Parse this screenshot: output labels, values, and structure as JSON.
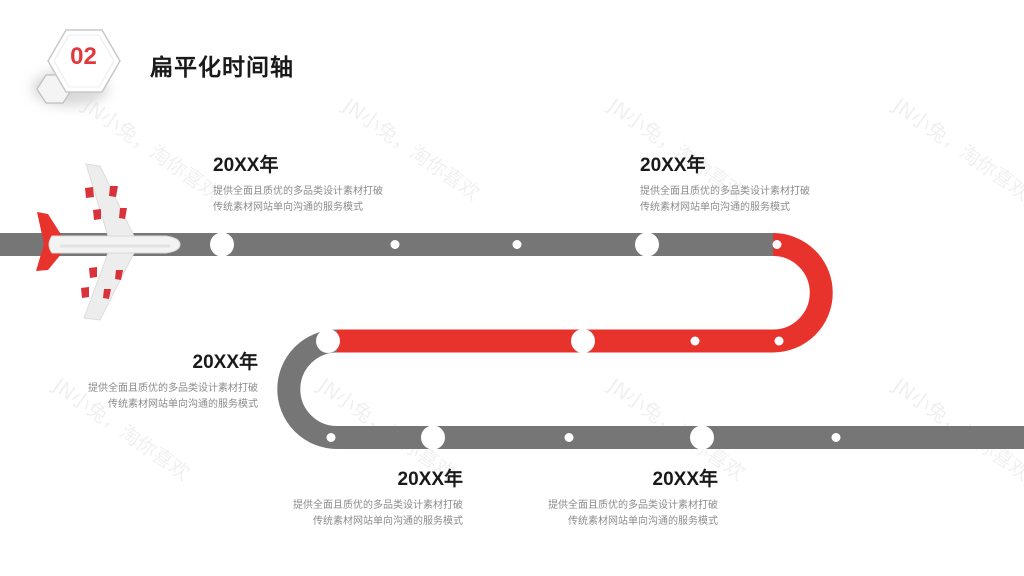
{
  "header": {
    "badge_number": "02",
    "title": "扁平化时间轴"
  },
  "colors": {
    "accent_red": "#e8332c",
    "track_gray": "#767676",
    "text_dark": "#1a1a1a",
    "text_muted": "#8c8c8c"
  },
  "timeline": {
    "events": [
      {
        "year": "20XX年",
        "desc_line1": "提供全面且质优的多品类设计素材打破",
        "desc_line2": "传统素材网站单向沟通的服务模式"
      },
      {
        "year": "20XX年",
        "desc_line1": "提供全面且质优的多品类设计素材打破",
        "desc_line2": "传统素材网站单向沟通的服务模式"
      },
      {
        "year": "20XX年",
        "desc_line1": "提供全面且质优的多品类设计素材打破",
        "desc_line2": "传统素材网站单向沟通的服务模式"
      },
      {
        "year": "20XX年",
        "desc_line1": "提供全面且质优的多品类设计素材打破",
        "desc_line2": "传统素材网站单向沟通的服务模式"
      },
      {
        "year": "20XX年",
        "desc_line1": "提供全面且质优的多品类设计素材打破",
        "desc_line2": "传统素材网站单向沟通的服务模式"
      }
    ],
    "icon": "airplane-icon"
  },
  "watermark": {
    "text": "JN小兔，淘你喜欢"
  }
}
